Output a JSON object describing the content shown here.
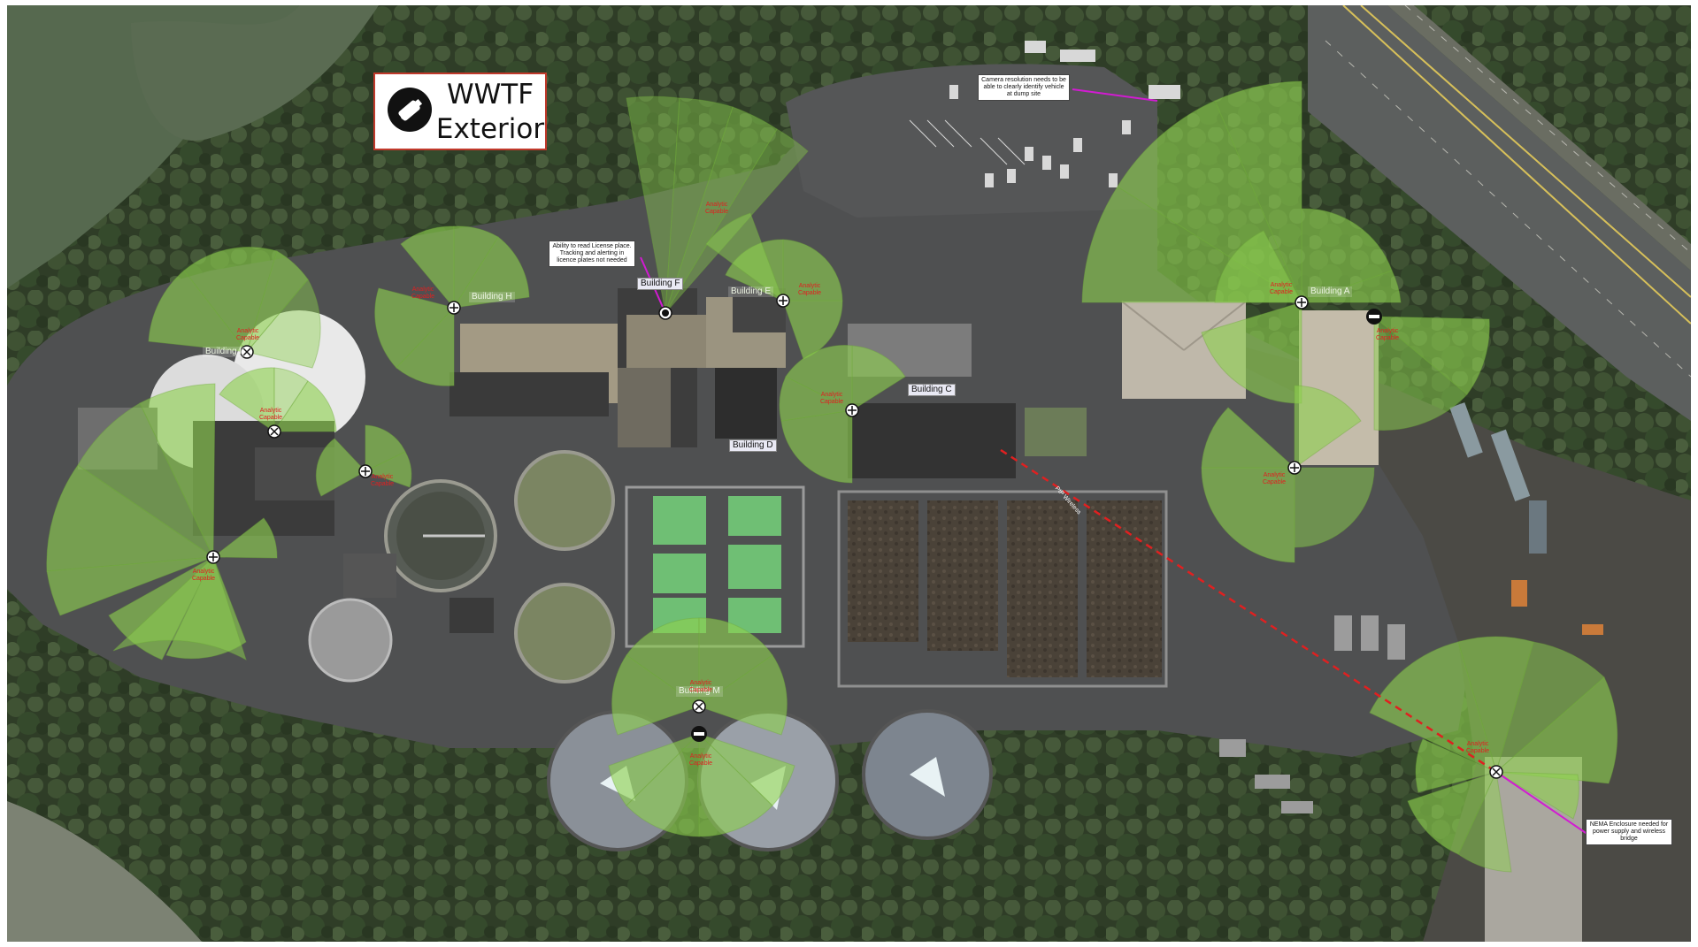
{
  "legend": {
    "title_line1": "WWTF",
    "title_line2": "Exterior",
    "icon": "camera-icon"
  },
  "notes": {
    "license_plate": "Ability to read License place. Tracking and alerting in licence plates not needed",
    "dump_site": "Camera resolution needs to be able to clearly identify vehicle at dump site",
    "nema": "NEMA Enclosure needed for power supply and wireless bridge"
  },
  "buildings": {
    "a": "Building A",
    "c": "Building C",
    "d": "Building D",
    "e": "Building E",
    "f": "Building F",
    "h": "Building H",
    "i": "Building I",
    "m": "Building M"
  },
  "analytic_label": "Analytic Capable",
  "link_label": "PtP Wireless",
  "colors": {
    "coverage_fill": "#8ed14f",
    "camera_marker": "#ffffff",
    "wireless_link": "#e02020",
    "callout_line": "#d21bd2",
    "legend_border": "#c0392b"
  }
}
